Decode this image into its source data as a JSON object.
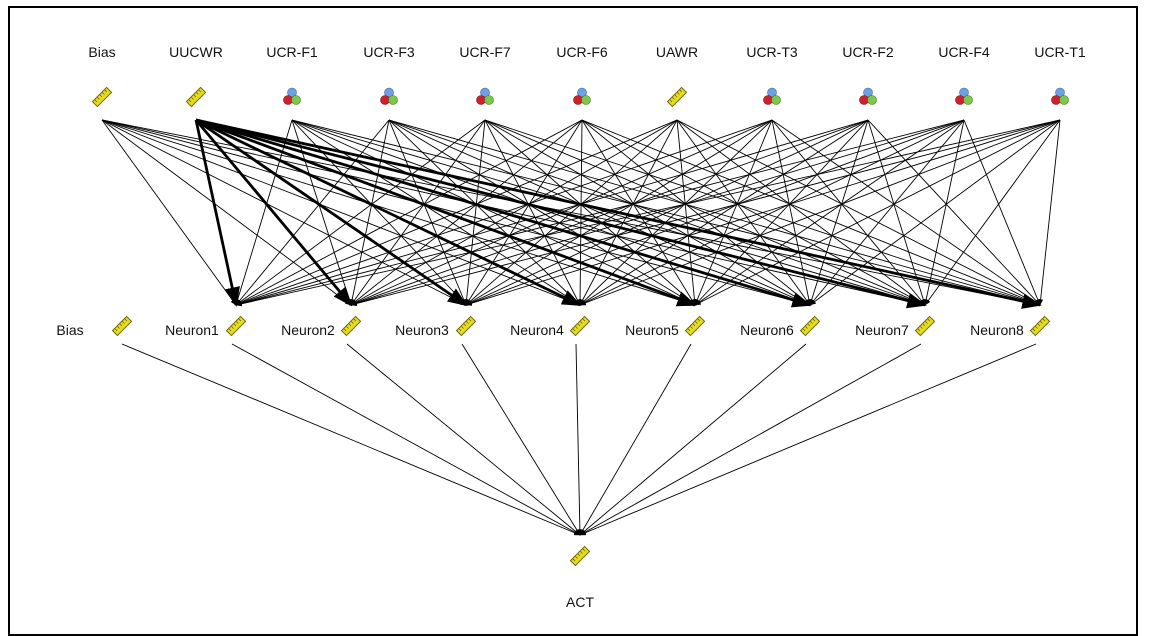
{
  "diagram": {
    "input_layer": [
      "Bias",
      "UUCWR",
      "UCR-F1",
      "UCR-F3",
      "UCR-F7",
      "UCR-F6",
      "UAWR",
      "UCR-T3",
      "UCR-F2",
      "UCR-F4",
      "UCR-T1"
    ],
    "input_icons": [
      "ruler-icon",
      "ruler-icon",
      "nominal-icon",
      "nominal-icon",
      "nominal-icon",
      "nominal-icon",
      "ruler-icon",
      "nominal-icon",
      "nominal-icon",
      "nominal-icon",
      "nominal-icon"
    ],
    "hidden_layer": [
      "Bias",
      "Neuron1",
      "Neuron2",
      "Neuron3",
      "Neuron4",
      "Neuron5",
      "Neuron6",
      "Neuron7",
      "Neuron8"
    ],
    "output_layer": [
      "ACT"
    ],
    "strong_weight_input": "UUCWR",
    "colors": {
      "ruler": "#e6dc1e",
      "ruler_border": "#6e6a10",
      "nominal_blue": "#6f9fe6",
      "nominal_red": "#d0202a",
      "nominal_green": "#7cc84a",
      "edge": "#000000"
    }
  }
}
